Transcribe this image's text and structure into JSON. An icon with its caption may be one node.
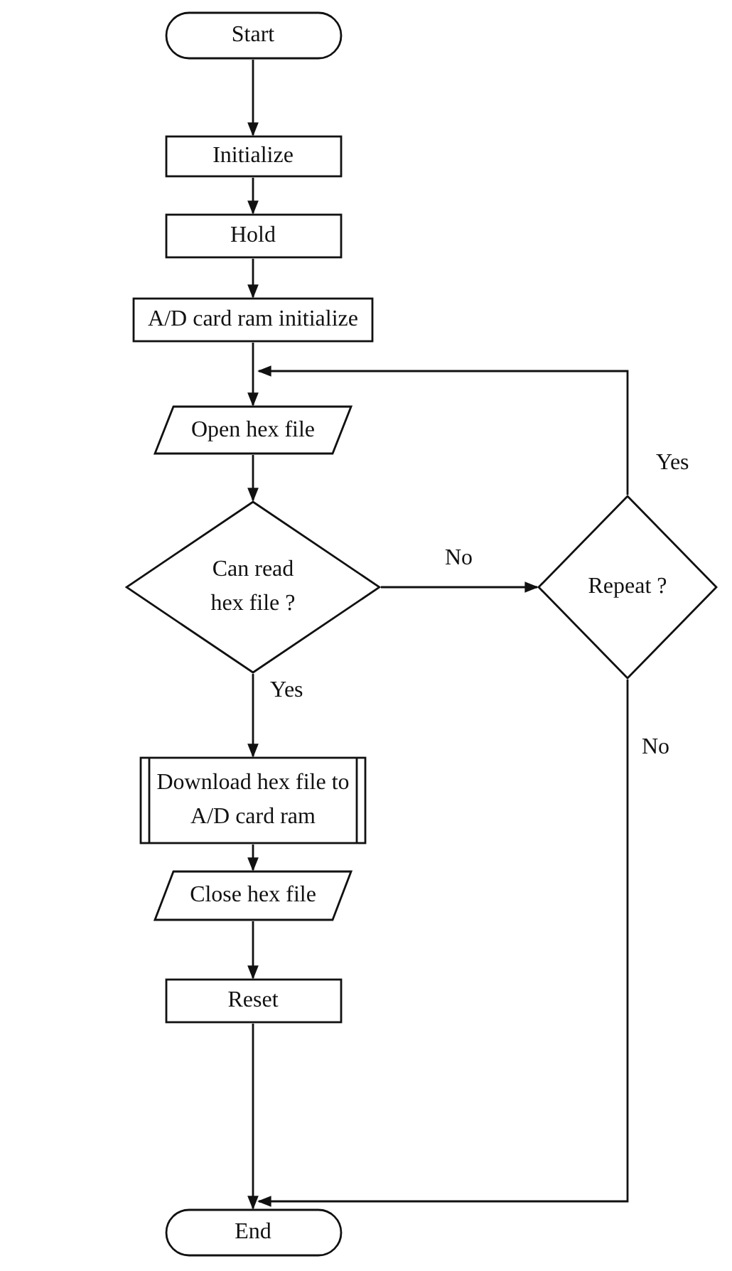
{
  "diagram": {
    "nodes": [
      {
        "text": [
          "Start"
        ]
      },
      {
        "text": [
          "Initialize"
        ]
      },
      {
        "text": [
          "Hold"
        ]
      },
      {
        "text": [
          "A/D card ram initialize"
        ]
      },
      {
        "text": [
          "Open hex file"
        ]
      },
      {
        "text": [
          "Can read hex file ?"
        ]
      },
      {
        "text": [
          "Repeat ?"
        ]
      },
      {
        "text": [
          "Download hex file to A/D card ram"
        ]
      },
      {
        "text": [
          "Close hex file"
        ]
      },
      {
        "text": [
          "Reset"
        ]
      },
      {
        "text": [
          "End"
        ]
      }
    ],
    "edges": [
      {
        "from": 0,
        "to": 1,
        "arrow": "to"
      },
      {
        "from": 1,
        "to": 2,
        "arrow": "to"
      },
      {
        "from": 2,
        "to": 3,
        "arrow": "to"
      },
      {
        "from": 3,
        "to": 4,
        "arrow": "to"
      },
      {
        "from": 4,
        "to": 5,
        "arrow": "to"
      },
      {
        "from": 5,
        "to": 6,
        "arrow": "to",
        "label": "No"
      },
      {
        "from": 5,
        "to": 7,
        "arrow": "to",
        "label": "Yes"
      },
      {
        "from": 7,
        "to": 8,
        "arrow": "to"
      },
      {
        "from": 8,
        "to": 9,
        "arrow": "to"
      },
      {
        "from": 9,
        "to": 10,
        "arrow": "to"
      },
      {
        "from": 6,
        "to": 4,
        "arrow": "to",
        "label": "Yes"
      },
      {
        "from": 6,
        "to": 10,
        "arrow": "to",
        "label": "No"
      }
    ]
  }
}
